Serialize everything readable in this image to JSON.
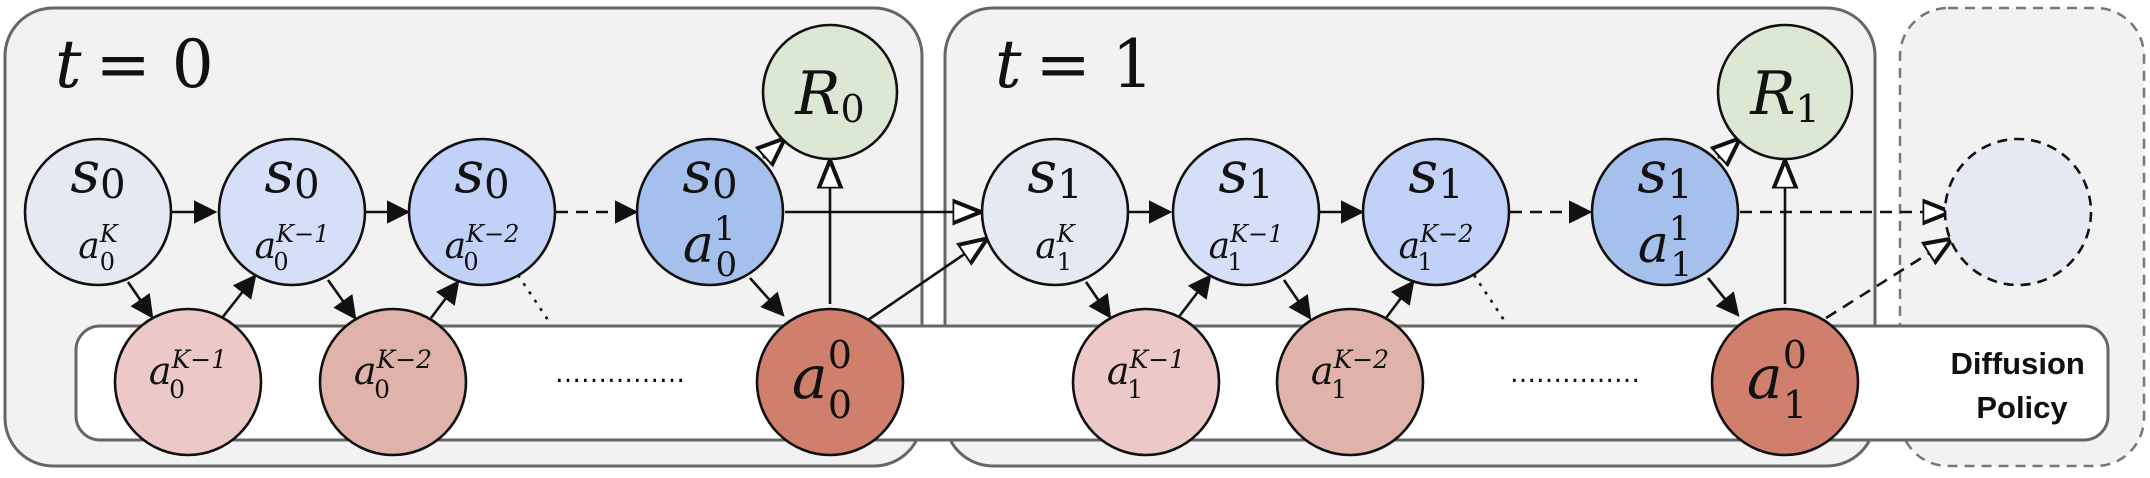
{
  "timesteps": [
    {
      "id": "t0",
      "title_var": "t",
      "title_eq": "= 0",
      "reward": {
        "base": "R",
        "sub": "0"
      },
      "state_nodes": [
        {
          "s_base": "s",
          "s_sub": "0",
          "a_base": "a",
          "a_sub": "0",
          "a_sup": "K"
        },
        {
          "s_base": "s",
          "s_sub": "0",
          "a_base": "a",
          "a_sub": "0",
          "a_sup": "K−1"
        },
        {
          "s_base": "s",
          "s_sub": "0",
          "a_base": "a",
          "a_sub": "0",
          "a_sup": "K−2"
        },
        {
          "s_base": "s",
          "s_sub": "0",
          "a_base": "a",
          "a_sub": "0",
          "a_sup": "1"
        }
      ],
      "action_nodes": [
        {
          "base": "a",
          "sub": "0",
          "sup": "K−1"
        },
        {
          "base": "a",
          "sub": "0",
          "sup": "K−2"
        },
        {
          "base": "a",
          "sub": "0",
          "sup": "0"
        }
      ],
      "ellipsis": "……………"
    },
    {
      "id": "t1",
      "title_var": "t",
      "title_eq": "= 1",
      "reward": {
        "base": "R",
        "sub": "1"
      },
      "state_nodes": [
        {
          "s_base": "s",
          "s_sub": "1",
          "a_base": "a",
          "a_sub": "1",
          "a_sup": "K"
        },
        {
          "s_base": "s",
          "s_sub": "1",
          "a_base": "a",
          "a_sub": "1",
          "a_sup": "K−1"
        },
        {
          "s_base": "s",
          "s_sub": "1",
          "a_base": "a",
          "a_sub": "1",
          "a_sup": "K−2"
        },
        {
          "s_base": "s",
          "s_sub": "1",
          "a_base": "a",
          "a_sub": "1",
          "a_sup": "1"
        }
      ],
      "action_nodes": [
        {
          "base": "a",
          "sub": "1",
          "sup": "K−1"
        },
        {
          "base": "a",
          "sub": "1",
          "sup": "K−2"
        },
        {
          "base": "a",
          "sub": "1",
          "sup": "0"
        }
      ],
      "ellipsis": "……………"
    }
  ],
  "policy_label": [
    "Diffusion",
    "Policy"
  ],
  "colors": {
    "panel_fill": "#f2f2f2",
    "panel_stroke": "#666666",
    "reward_fill": "#dce8d4",
    "state_fills": [
      "#e4e9f2",
      "#d5e0f8",
      "#c2d1f8",
      "#a6c0ee"
    ],
    "action_fills": [
      "#ecc9c6",
      "#dfb3aa",
      "#d17f6d"
    ],
    "future_fill": "#e4e9f2"
  }
}
